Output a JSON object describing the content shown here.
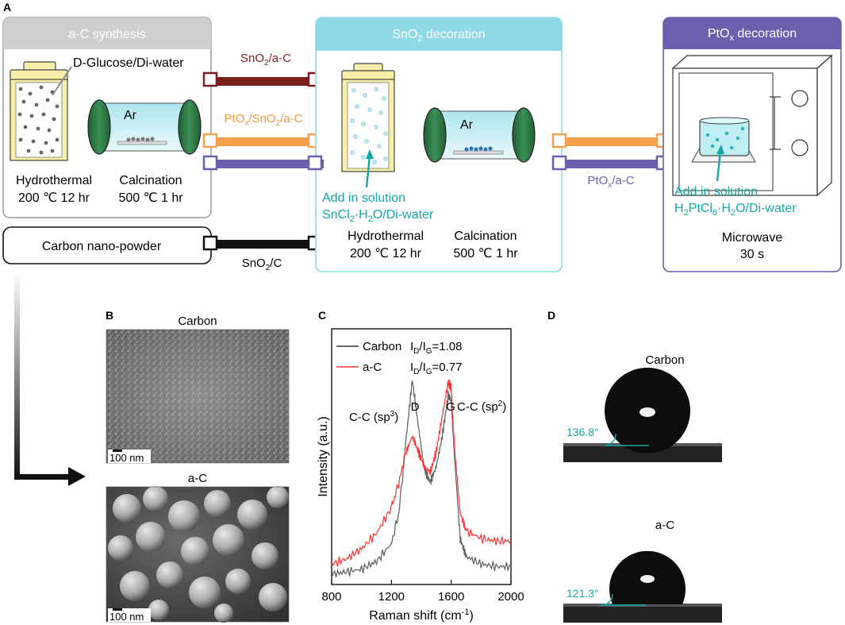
{
  "panel_a": {
    "letter": "A",
    "stage1": {
      "header": "a-C synthesis",
      "label_glucose": "D-Glucose/Di-water",
      "label_ar": "Ar",
      "hydro": "Hydrothermal",
      "hydro_cond": "200 ℃ 12 hr",
      "calc": "Calcination",
      "calc_cond": "500 ℃ 1 hr"
    },
    "stage2": {
      "header_main": "SnO",
      "header_sub": "2",
      "header_rest": " decoration",
      "label_ar": "Ar",
      "add": "Add in solution",
      "sol_a": "SnCl",
      "sol_sub1": "2",
      "sol_b": "·H",
      "sol_sub2": "2",
      "sol_c": "O/Di-water",
      "hydro": "Hydrothermal",
      "hydro_cond": "200 ℃ 12 hr",
      "calc": "Calcination",
      "calc_cond": "500 ℃ 1 hr"
    },
    "stage3": {
      "header_main": "PtO",
      "header_sub": "x",
      "header_rest": " decoration",
      "add": "Add in solution",
      "sol_a": "H",
      "sol_sub1": "2",
      "sol_b": "PtCl",
      "sol_sub2": "6",
      "sol_c": "·H",
      "sol_sub3": "2",
      "sol_d": "O/Di-water",
      "microwave": "Microwave",
      "time": "30 s"
    },
    "carbon_box": "Carbon nano-powder",
    "connectors": {
      "sno2_ac": {
        "a": "SnO",
        "sub": "2",
        "b": "/a-C"
      },
      "ptox_sno2_ac": {
        "a": "PtO",
        "sub1": "x",
        "b": "/SnO",
        "sub2": "2",
        "c": "/a-C"
      },
      "ptox_ac": {
        "a": "PtO",
        "sub": "x",
        "b": "/a-C"
      },
      "sno2_c": {
        "a": "SnO",
        "sub": "2",
        "b": "/C"
      }
    },
    "colors": {
      "stage1_header": "#cfcfcf",
      "stage2_header": "#8fd9e6",
      "stage3_header": "#6c5fae",
      "sno2_ac": "#7a1f1f",
      "ptox": "#f6a04d",
      "ptox_ac": "#6c5fae",
      "sno2_c": "#111111",
      "teal": "#14a7a7"
    }
  },
  "panel_b": {
    "letter": "B",
    "top_title": "Carbon",
    "bottom_title": "a-C",
    "scale_label": "100 nm"
  },
  "panel_c": {
    "letter": "C",
    "legend": [
      {
        "name": "Carbon",
        "ratio_a": "I",
        "ratio_sd": "D",
        "ratio_b": "/I",
        "ratio_sg": "G",
        "ratio_c": "=1.08",
        "color": "#666666"
      },
      {
        "name": "a-C",
        "ratio_a": "I",
        "ratio_sd": "D",
        "ratio_b": "/I",
        "ratio_sg": "G",
        "ratio_c": "=0.77",
        "color": "#ff3333"
      }
    ],
    "peak_d": "D",
    "peak_g": "G",
    "cc_sp3_a": "C-C (sp",
    "cc_sp3_sup": "3",
    "cc_sp3_b": ")",
    "cc_sp2_a": "C-C (sp",
    "cc_sp2_sup": "2",
    "cc_sp2_b": ")"
  },
  "chart_data": {
    "type": "line",
    "xlabel": "Raman shift (cm-1)",
    "ylabel": "Intensity (a.u.)",
    "xlim": [
      800,
      2000
    ],
    "x_ticks": [
      "800",
      "1200",
      "1600",
      "2000"
    ],
    "x_tick_values": [
      800,
      1200,
      1600,
      2000
    ],
    "y_scale": "arbitrary units (no tick labels)",
    "ylim": [
      0,
      1
    ],
    "x": [
      800,
      900,
      1000,
      1100,
      1200,
      1250,
      1300,
      1340,
      1380,
      1420,
      1460,
      1500,
      1540,
      1580,
      1600,
      1620,
      1660,
      1700,
      1800,
      1900,
      2000
    ],
    "series": [
      {
        "name": "Carbon",
        "values": [
          0.04,
          0.05,
          0.06,
          0.09,
          0.16,
          0.28,
          0.58,
          0.8,
          0.62,
          0.45,
          0.4,
          0.46,
          0.58,
          0.74,
          0.72,
          0.52,
          0.18,
          0.11,
          0.08,
          0.07,
          0.07
        ]
      },
      {
        "name": "a-C",
        "values": [
          0.08,
          0.1,
          0.14,
          0.2,
          0.3,
          0.4,
          0.52,
          0.58,
          0.52,
          0.46,
          0.44,
          0.52,
          0.66,
          0.79,
          0.77,
          0.55,
          0.28,
          0.21,
          0.18,
          0.17,
          0.17
        ]
      }
    ]
  },
  "panel_d": {
    "letter": "D",
    "top_title": "Carbon",
    "top_angle": "136.8°",
    "bottom_title": "a-C",
    "bottom_angle": "121.3°",
    "contact_angles_deg": [
      136.8,
      121.3
    ]
  }
}
